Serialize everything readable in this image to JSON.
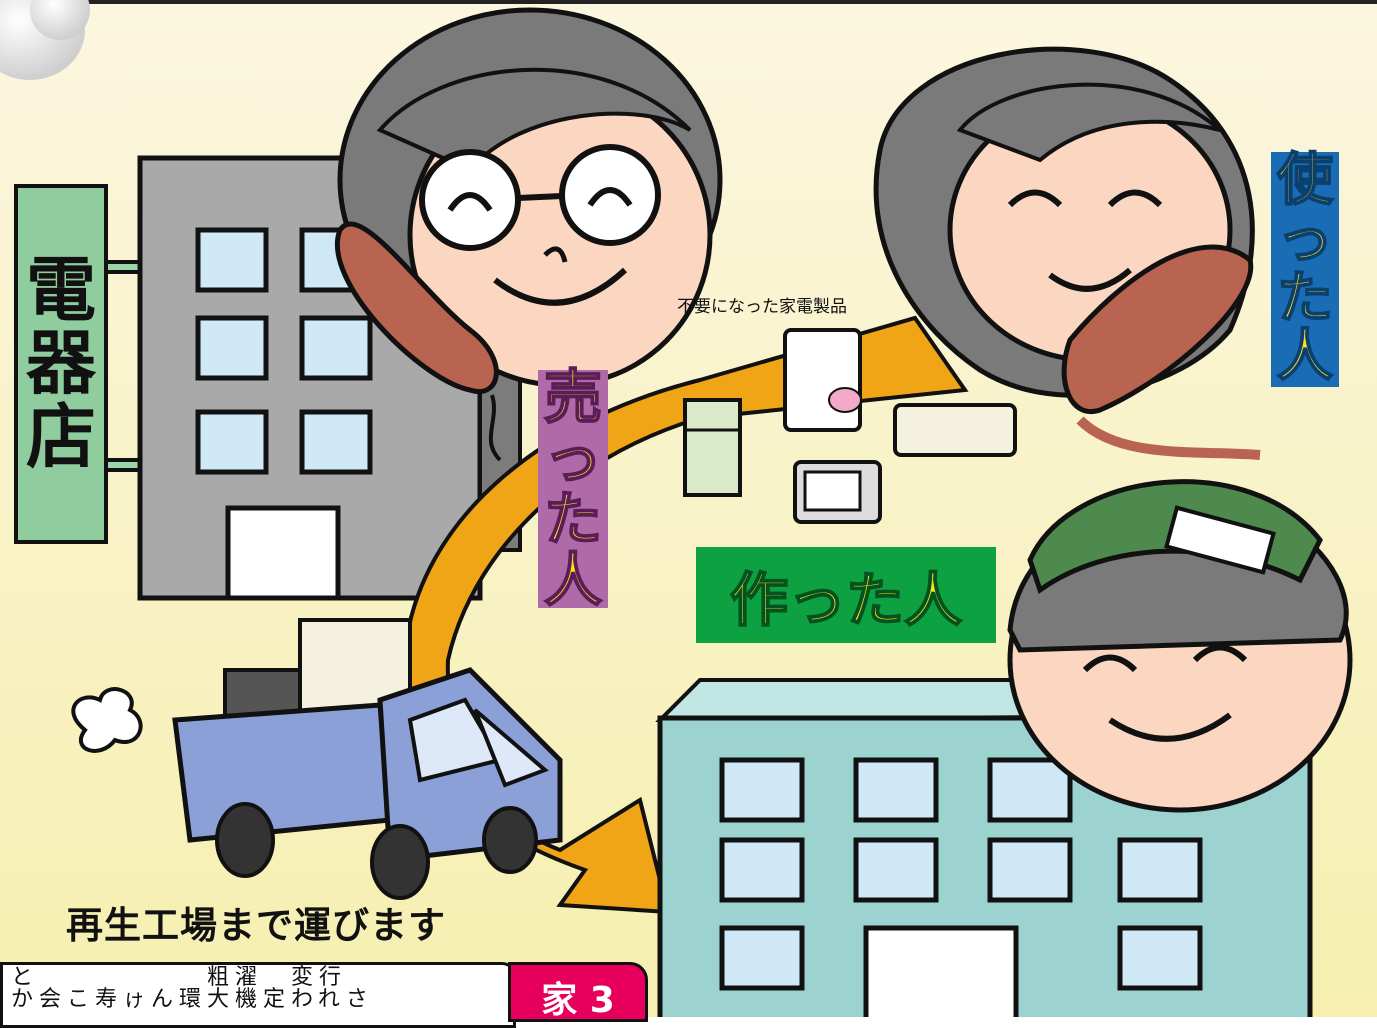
{
  "labels": {
    "store": [
      "電",
      "器",
      "店"
    ],
    "seller": [
      "売",
      "っ",
      "た",
      "人"
    ],
    "user": [
      "使",
      "っ",
      "た",
      "人"
    ],
    "maker": "作った人"
  },
  "captions": {
    "appliances": "不要になった家電製品",
    "transport": "再生工場まで運びます"
  },
  "footer": {
    "text_line1": "と　　　　　　粗濯　変行",
    "text_line2": "か会こ寿ゖん環大機定われさ",
    "badge": "家 3"
  },
  "colors": {
    "background_top": "#fbf6df",
    "background_bottom": "#f6efb0",
    "arrow": "#efa515",
    "store_building": "#a9a9a9",
    "factory_building": "#9cd2cf",
    "truck": "#8aa0d6",
    "cap": "#4e8a4e"
  }
}
